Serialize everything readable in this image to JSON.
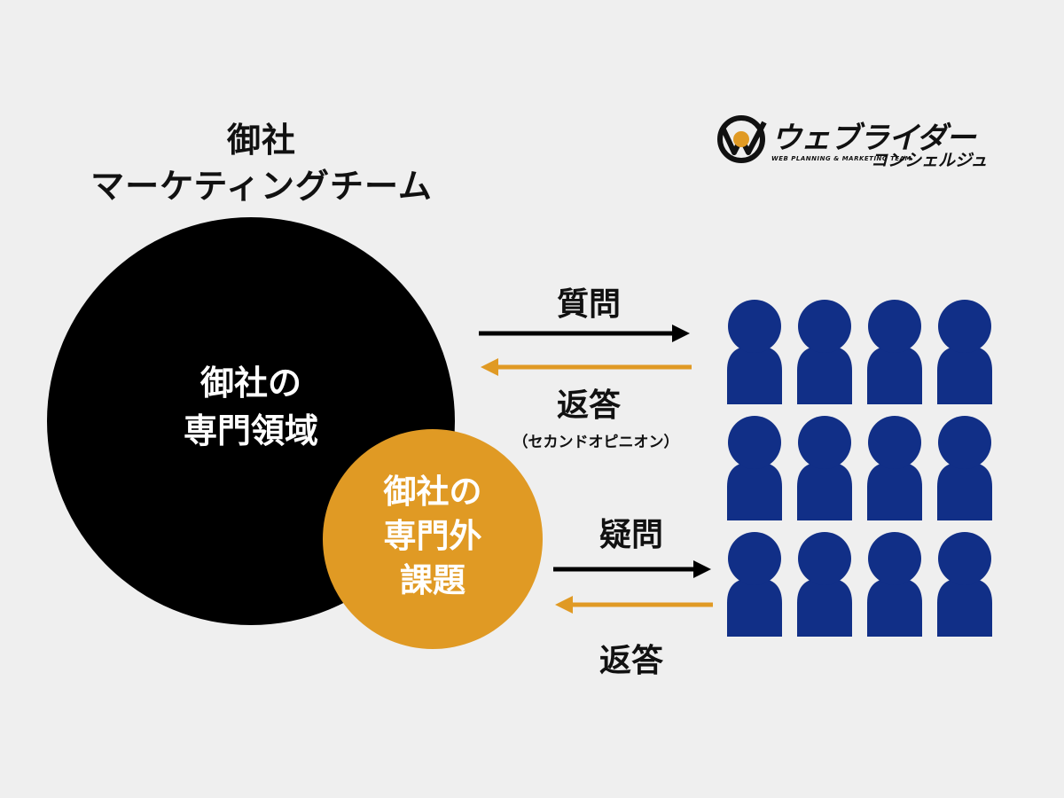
{
  "team": {
    "line1": "御社",
    "line2": "マーケティングチーム"
  },
  "inner_domain": {
    "line1": "御社の",
    "line2": "専門領域"
  },
  "outer_domain": {
    "line1": "御社の",
    "line2": "専門外",
    "line3": "課題"
  },
  "top_exchange": {
    "outgoing_label": "質問",
    "return_label": "返答",
    "return_note": "（セカンドオピニオン）"
  },
  "bottom_exchange": {
    "outgoing_label": "疑問",
    "return_label": "返答"
  },
  "logo": {
    "main": "ウェブライダー",
    "tagline": "WEB PLANNING & MARKETING TEAM",
    "sub": "コンシェルジュ"
  },
  "colors": {
    "background": "#efefef",
    "circle_primary": "#000000",
    "circle_secondary": "#e09a24",
    "people": "#112f87",
    "arrow_outgoing": "#000000",
    "arrow_return": "#e09a24"
  },
  "people_grid": {
    "rows": 3,
    "cols": 4,
    "icon": "person-icon"
  }
}
